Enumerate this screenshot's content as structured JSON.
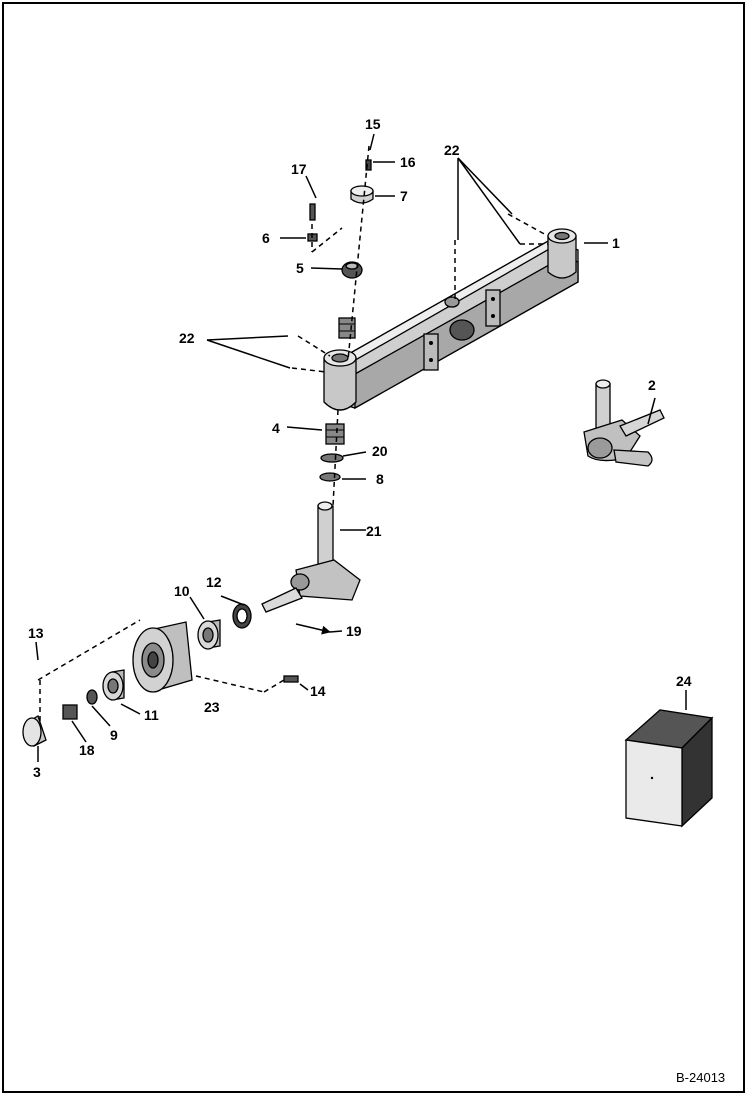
{
  "diagram": {
    "reference_code": "B-24013",
    "colors": {
      "line": "#000000",
      "part_fill": "#d8d8d8",
      "part_shade": "#9a9a9a",
      "background": "#ffffff"
    },
    "callouts": [
      "1",
      "2",
      "3",
      "4",
      "5",
      "6",
      "7",
      "8",
      "9",
      "10",
      "11",
      "12",
      "13",
      "14",
      "15",
      "16",
      "17",
      "18",
      "19",
      "20",
      "21",
      "22",
      "22",
      "23",
      "24"
    ]
  }
}
